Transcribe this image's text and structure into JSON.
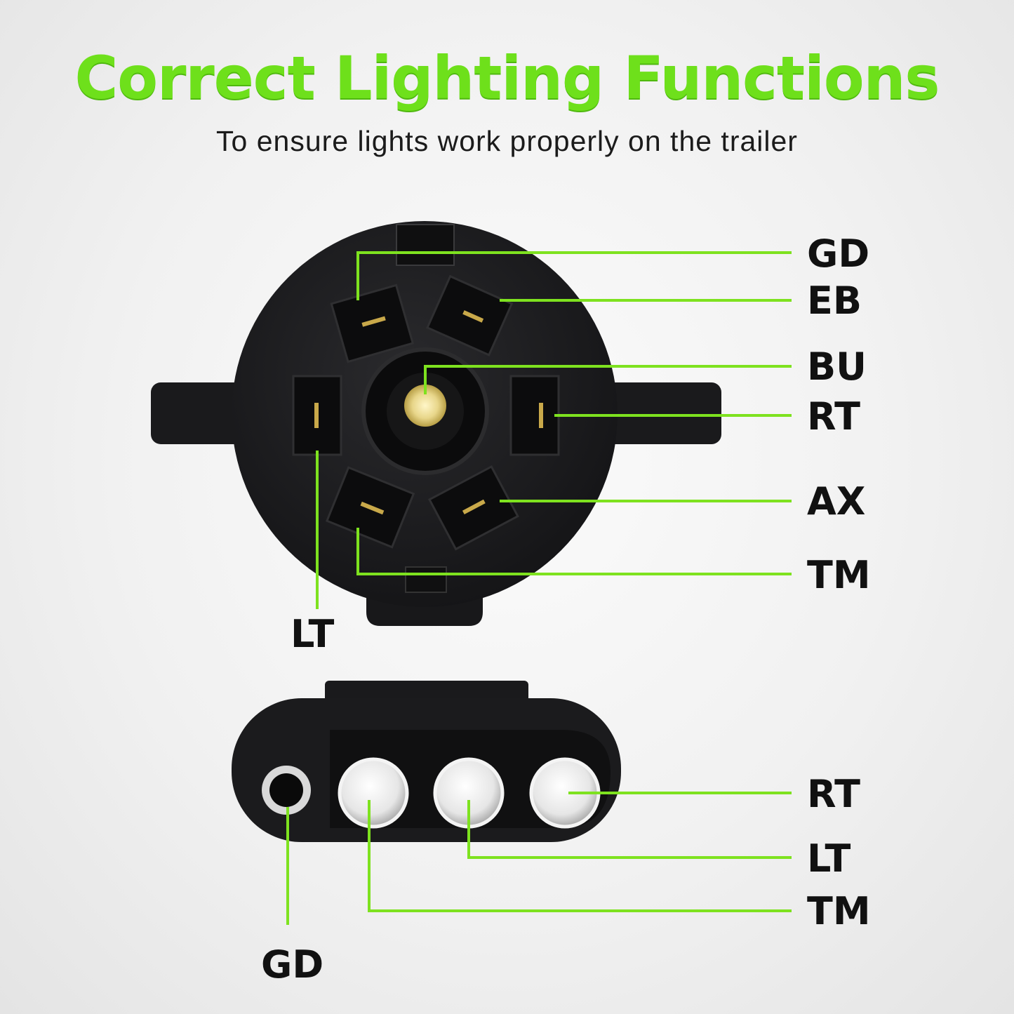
{
  "header": {
    "title": "Correct Lighting Functions",
    "subtitle": "To ensure lights work properly on the trailer"
  },
  "colors": {
    "accent_green": "#7ee21f",
    "title_green": "#6ee01b",
    "connector_black": "#1c1c1e",
    "label_text": "#111111"
  },
  "seven_pin": {
    "labels": {
      "gd": "GD",
      "eb": "EB",
      "bu": "BU",
      "rt": "RT",
      "ax": "AX",
      "tm": "TM",
      "lt": "LT"
    }
  },
  "four_pin": {
    "labels": {
      "rt": "RT",
      "lt": "LT",
      "tm": "TM",
      "gd": "GD"
    }
  }
}
